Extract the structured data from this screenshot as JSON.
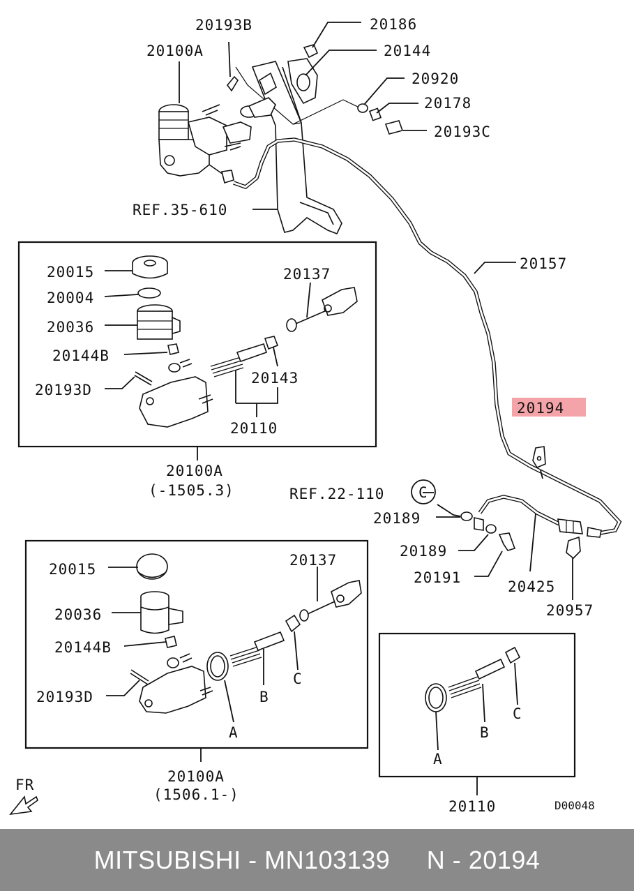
{
  "labels": {
    "p20193B": "20193B",
    "p20186": "20186",
    "p20100A_top": "20100A",
    "p20144": "20144",
    "p20920": "20920",
    "p20178": "20178",
    "p20193C": "20193C",
    "ref35": "REF.35-610",
    "p20157": "20157",
    "p20194": "20194",
    "ref22": "REF.22-110",
    "circleC": "C",
    "p20189a": "20189",
    "p20189b": "20189",
    "p20191": "20191",
    "p20425": "20425",
    "p20957": "20957"
  },
  "box1": {
    "p20015": "20015",
    "p20004": "20004",
    "p20036": "20036",
    "p20144B": "20144B",
    "p20193D": "20193D",
    "p20137": "20137",
    "p20143": "20143",
    "p20110": "20110",
    "assembly": "20100A",
    "range": "(-1505.3)"
  },
  "box2": {
    "p20015": "20015",
    "p20036": "20036",
    "p20144B": "20144B",
    "p20193D": "20193D",
    "p20137": "20137",
    "A": "A",
    "B": "B",
    "C": "C",
    "assembly": "20100A",
    "range": "(1506.1-)"
  },
  "box3": {
    "A": "A",
    "B": "B",
    "C": "C",
    "assembly": "20110"
  },
  "fr": "FR",
  "code": "D00048",
  "highlight_color": "#f4a3a8",
  "footer": {
    "brand": "MITSUBISHI",
    "sep1": " - ",
    "partno": "MN103139",
    "gap": "     ",
    "n": "N",
    "sep2": " - ",
    "refno": "20194"
  }
}
